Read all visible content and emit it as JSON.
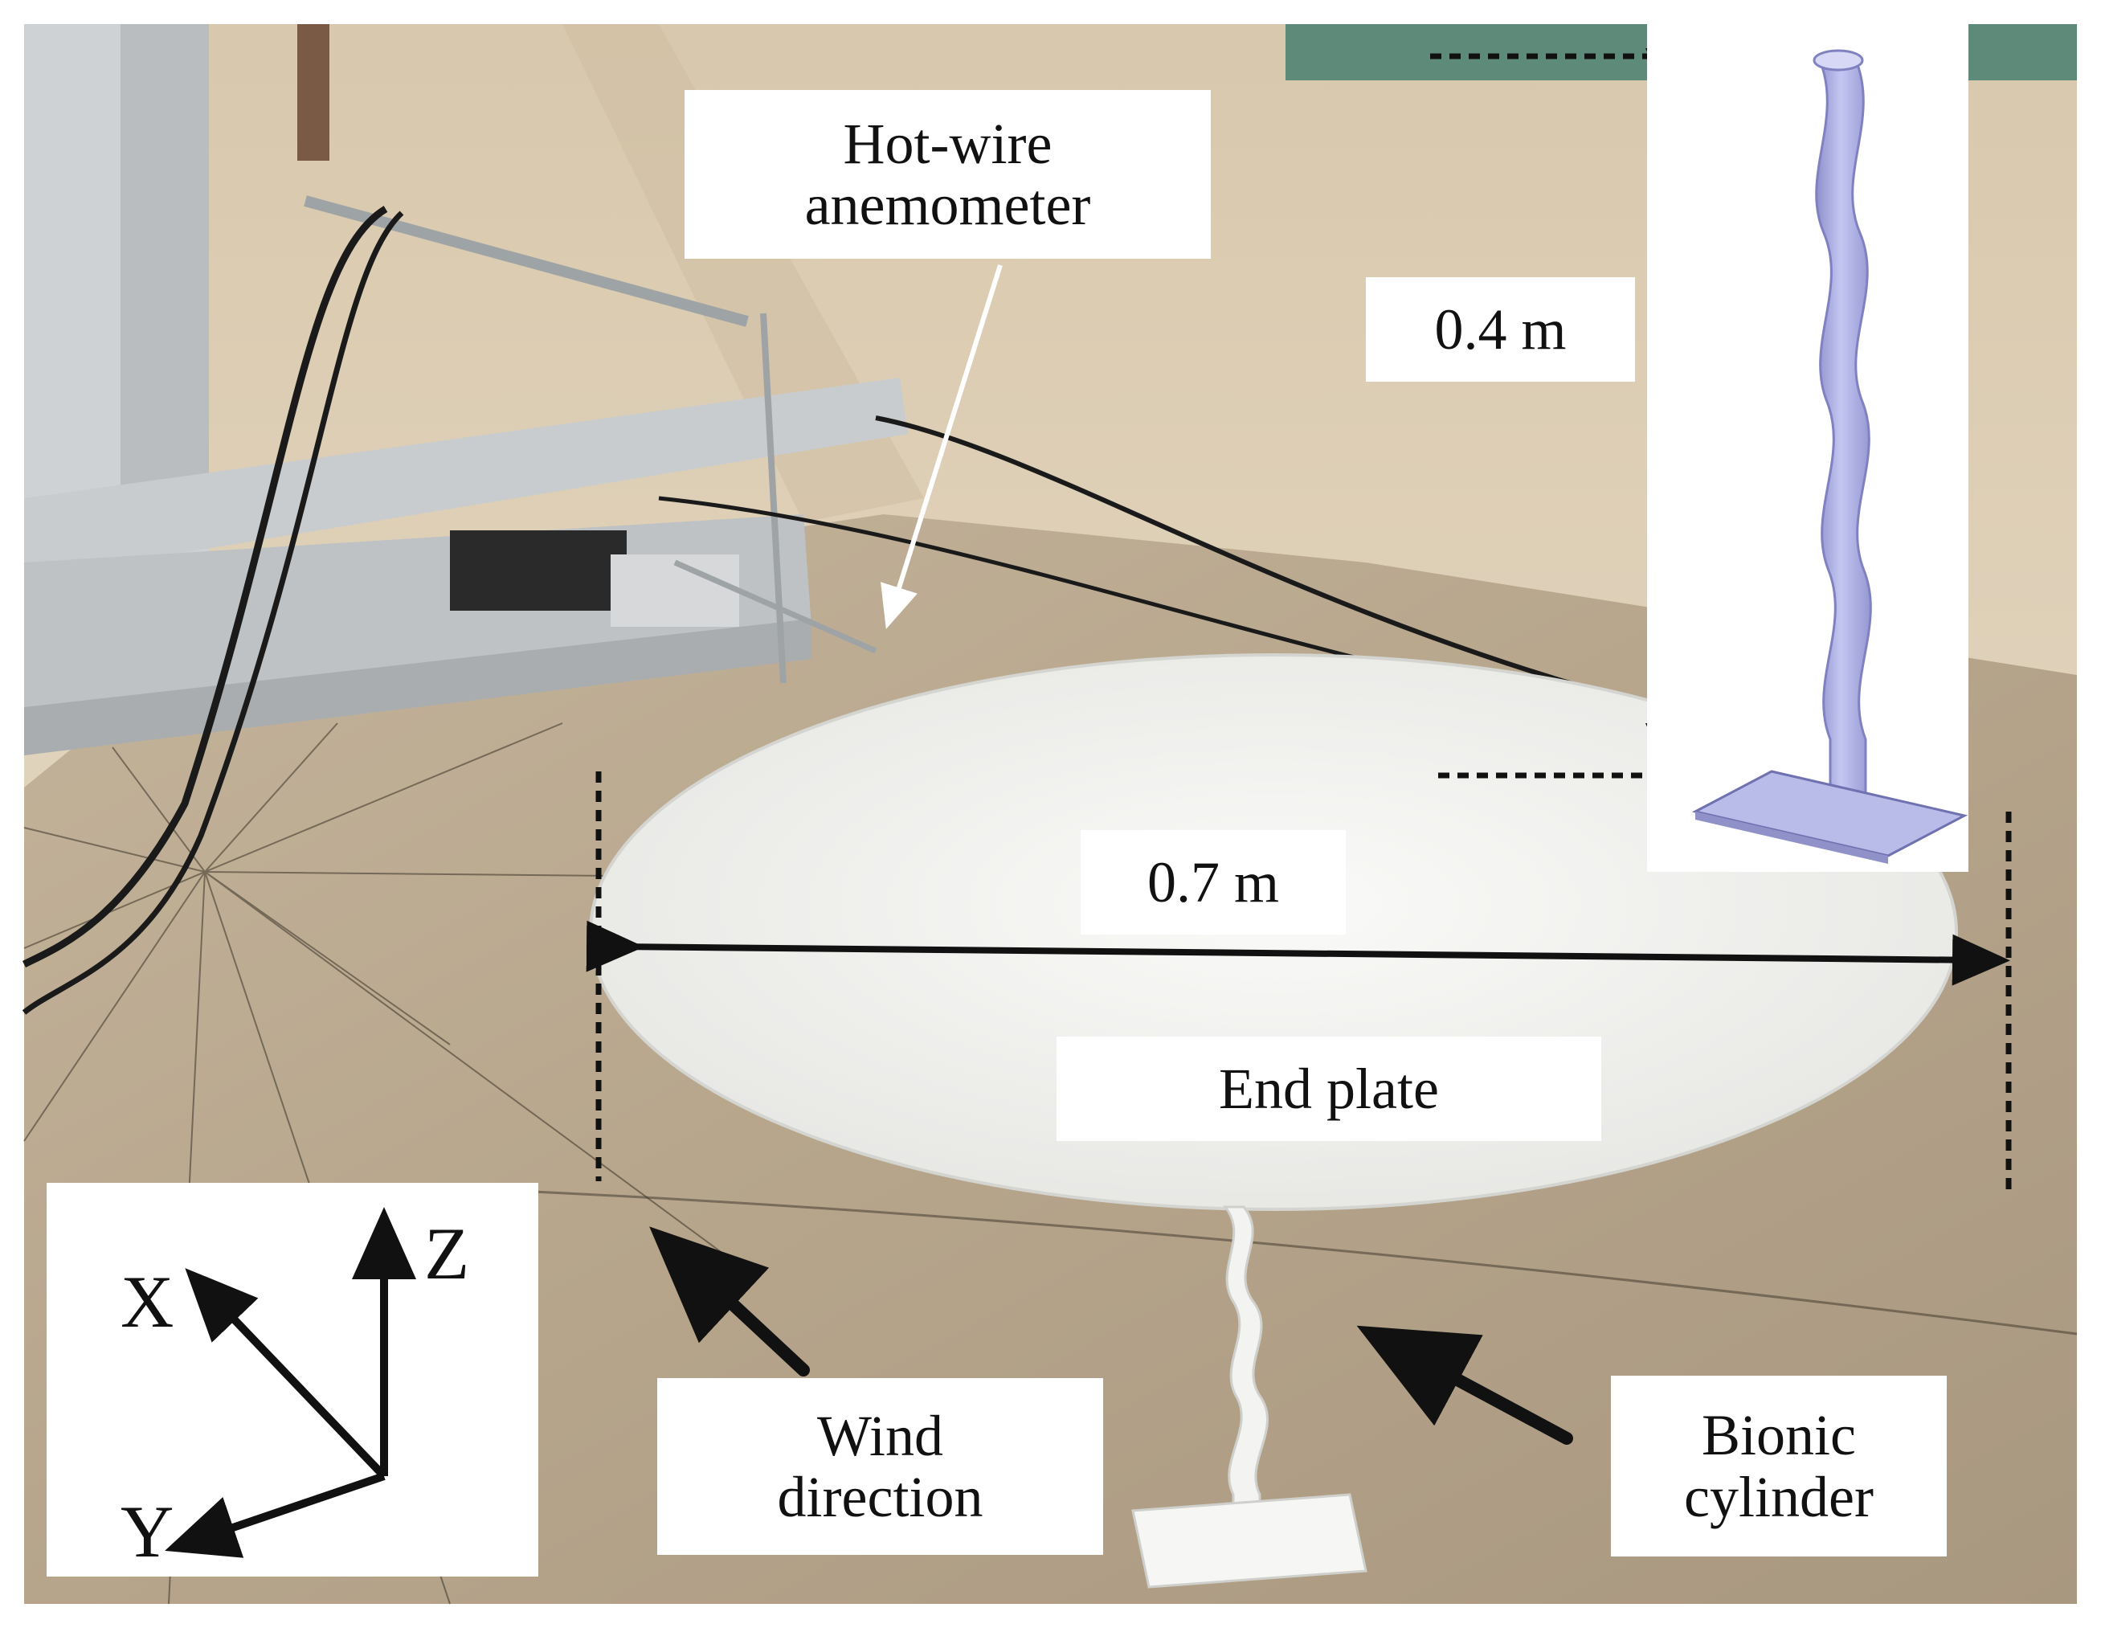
{
  "labels": {
    "hot_wire": [
      "Hot-wire",
      "anemometer"
    ],
    "height": "0.4 m",
    "diameter": "0.7 m",
    "end_plate": "End plate",
    "wind": [
      "Wind",
      "direction"
    ],
    "bionic": [
      "Bionic",
      "cylinder"
    ]
  },
  "axes": {
    "x": "X",
    "y": "Y",
    "z": "Z"
  },
  "colors": {
    "wall": "#e4d6bf",
    "floor": "#b8a78e",
    "trim": "#5e8a7a",
    "plate": "#f3f3f1",
    "cylinder_model": "#aeb0e6",
    "rig": "#c9ccce",
    "arrow": "#111111",
    "pointer": "#ffffff"
  }
}
